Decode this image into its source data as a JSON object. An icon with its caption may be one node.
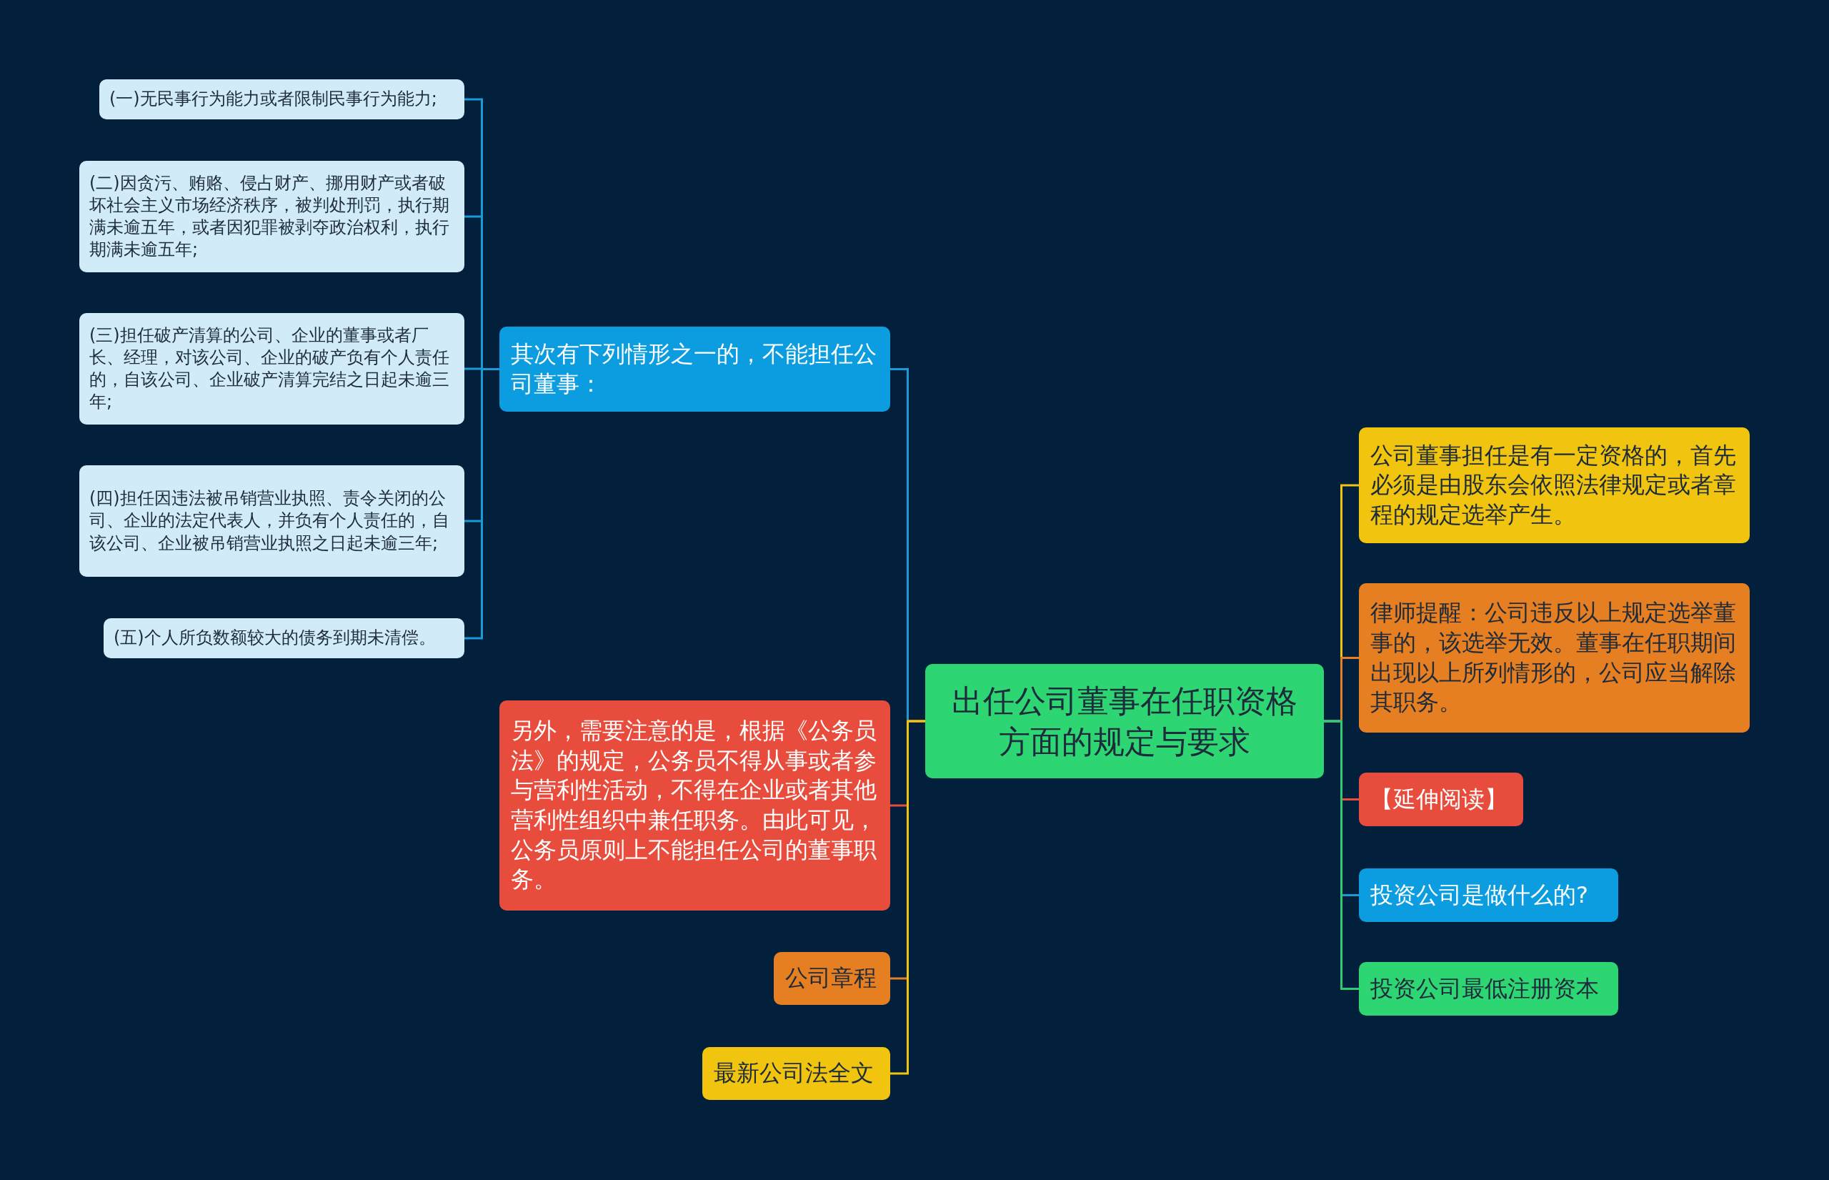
{
  "diagram": {
    "nodes": [
      {
        "text": [
          "出任公司董事在任职资格方面的规定与要求"
        ]
      },
      {
        "text": [
          "其次有下列情形之一的，不能担任公司董事："
        ]
      },
      {
        "text": [
          "(一)无民事行为能力或者限制民事行为能力;"
        ]
      },
      {
        "text": [
          "(二)因贪污、贿赂、侵占财产、挪用财产或者破坏社会主义市场经济秩序，被判处刑罚，执行期满未逾五年，或者因犯罪被剥夺政治权利，执行期满未逾五年;"
        ]
      },
      {
        "text": [
          "(三)担任破产清算的公司、企业的董事或者厂长、经理，对该公司、企业的破产负有个人责任的，自该公司、企业破产清算完结之日起未逾三年;"
        ]
      },
      {
        "text": [
          "(四)担任因违法被吊销营业执照、责令关闭的公司、企业的法定代表人，并负有个人责任的，自该公司、企业被吊销营业执照之日起未逾三年;"
        ]
      },
      {
        "text": [
          "(五)个人所负数额较大的债务到期未清偿。"
        ]
      },
      {
        "text": [
          "另外，需要注意的是，根据《公务员法》的规定，公务员不得从事或者参与营利性活动，不得在企业或者其他营利性组织中兼任职务。由此可见，公务员原则上不能担任公司的董事职务。"
        ]
      },
      {
        "text": [
          "公司章程"
        ]
      },
      {
        "text": [
          "最新公司法全文"
        ]
      },
      {
        "text": [
          "公司董事担任是有一定资格的，首先必须是由股东会依照法律规定或者章程的规定选举产生。"
        ]
      },
      {
        "text": [
          "律师提醒：公司违反以上规定选举董事的，该选举无效。董事在任职期间出现以上所列情形的，公司应当解除其职务。"
        ]
      },
      {
        "text": [
          "【延伸阅读】"
        ]
      },
      {
        "text": [
          "投资公司是做什么的?"
        ]
      },
      {
        "text": [
          "投资公司最低注册资本"
        ]
      }
    ],
    "edges": [
      {
        "from": 0,
        "to": 1,
        "arrow": "none",
        "color": "#1a9ad6"
      },
      {
        "from": 1,
        "to": 2,
        "arrow": "none",
        "color": "#1a9ad6"
      },
      {
        "from": 1,
        "to": 3,
        "arrow": "none",
        "color": "#1a9ad6"
      },
      {
        "from": 1,
        "to": 4,
        "arrow": "none",
        "color": "#1a9ad6"
      },
      {
        "from": 1,
        "to": 5,
        "arrow": "none",
        "color": "#1a9ad6"
      },
      {
        "from": 1,
        "to": 6,
        "arrow": "none",
        "color": "#1a9ad6"
      },
      {
        "from": 0,
        "to": 7,
        "arrow": "none",
        "color": "#e74c3c"
      },
      {
        "from": 0,
        "to": 8,
        "arrow": "none",
        "color": "#e67e22"
      },
      {
        "from": 0,
        "to": 9,
        "arrow": "none",
        "color": "#f1c40f"
      },
      {
        "from": 0,
        "to": 10,
        "arrow": "none",
        "color": "#f1c40f"
      },
      {
        "from": 0,
        "to": 11,
        "arrow": "none",
        "color": "#e67e22"
      },
      {
        "from": 0,
        "to": 12,
        "arrow": "none",
        "color": "#e74c3c"
      },
      {
        "from": 0,
        "to": 13,
        "arrow": "none",
        "color": "#1a9ad6"
      },
      {
        "from": 0,
        "to": 14,
        "arrow": "none",
        "color": "#2ecc71"
      }
    ]
  }
}
